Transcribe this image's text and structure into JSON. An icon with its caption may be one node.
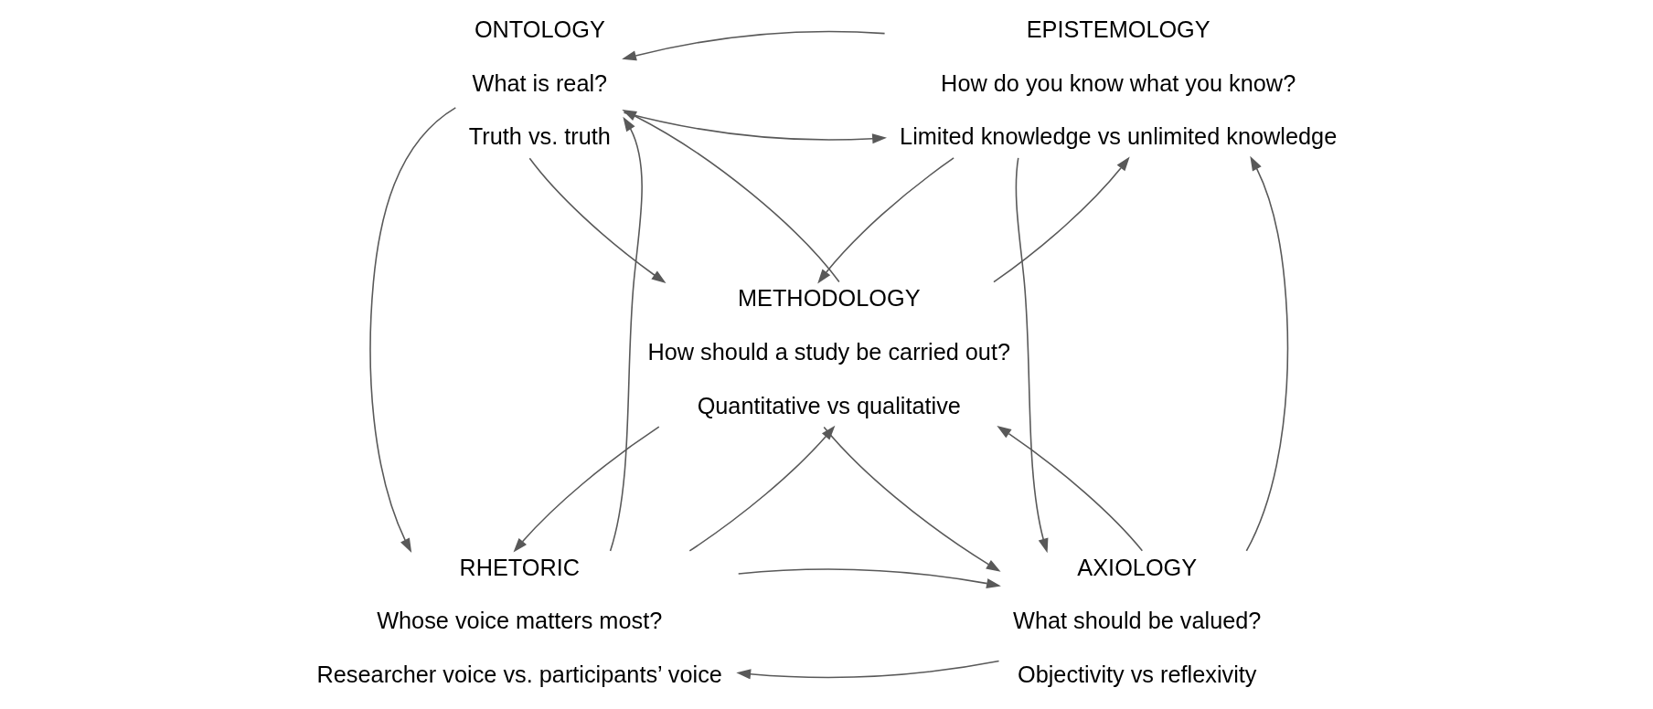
{
  "diagram": {
    "nodes": [
      {
        "text": [
          "ONTOLOGY",
          "What is real?",
          "Truth vs. truth"
        ]
      },
      {
        "text": [
          "EPISTEMOLOGY",
          "How do you know what you know?",
          "Limited knowledge vs unlimited knowledge"
        ]
      },
      {
        "text": [
          "METHODOLOGY",
          "How should a study be carried out?",
          "Quantitative vs qualitative"
        ]
      },
      {
        "text": [
          "RHETORIC",
          "Whose voice matters most?",
          "Researcher voice vs. participants’ voice"
        ]
      },
      {
        "text": [
          "AXIOLOGY",
          "What should be valued?",
          "Objectivity vs reflexivity"
        ]
      }
    ],
    "edges": [
      {
        "from": 0,
        "to": 1,
        "arrow": "to"
      },
      {
        "from": 1,
        "to": 0,
        "arrow": "to"
      },
      {
        "from": 0,
        "to": 2,
        "arrow": "to"
      },
      {
        "from": 2,
        "to": 0,
        "arrow": "to"
      },
      {
        "from": 2,
        "to": 1,
        "arrow": "to"
      },
      {
        "from": 1,
        "to": 2,
        "arrow": "to"
      },
      {
        "from": 0,
        "to": 3,
        "arrow": "to"
      },
      {
        "from": 3,
        "to": 0,
        "arrow": "to"
      },
      {
        "from": 4,
        "to": 1,
        "arrow": "to"
      },
      {
        "from": 1,
        "to": 4,
        "arrow": "to"
      },
      {
        "from": 3,
        "to": 2,
        "arrow": "to"
      },
      {
        "from": 2,
        "to": 3,
        "arrow": "to"
      },
      {
        "from": 2,
        "to": 4,
        "arrow": "to"
      },
      {
        "from": 4,
        "to": 2,
        "arrow": "to"
      },
      {
        "from": 4,
        "to": 3,
        "arrow": "to"
      },
      {
        "from": 3,
        "to": 4,
        "arrow": "to"
      }
    ]
  }
}
